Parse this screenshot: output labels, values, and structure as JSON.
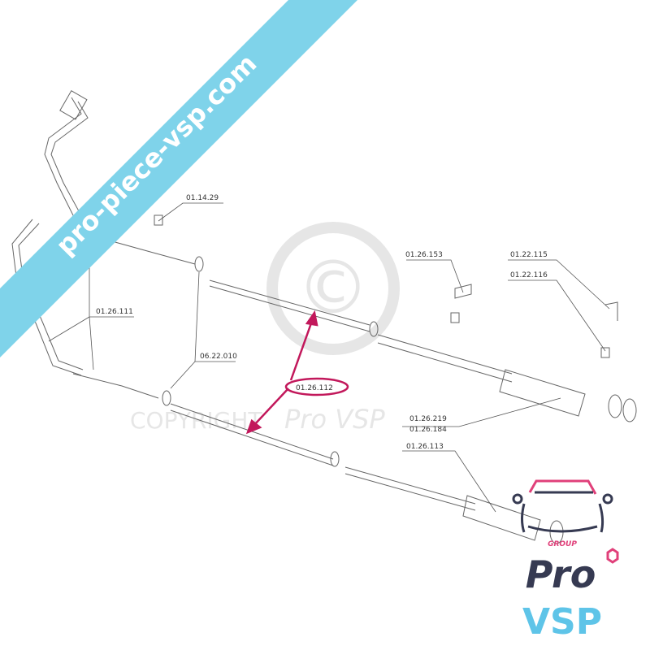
{
  "watermark": {
    "banner_text": "pro-piece-vsp.com",
    "banner_color": "#7fd3ea",
    "copyright_text": "COPYRIGHT",
    "copyright_brand": "Pro VSP",
    "copyright_symbol": "©"
  },
  "diagram": {
    "labels": {
      "l_01_14_29": "01.14.29",
      "l_01_26_111": "01.26.111",
      "l_06_22_010": "06.22.010",
      "l_01_26_112": "01.26.112",
      "l_01_26_153": "01.26.153",
      "l_01_22_115": "01.22.115",
      "l_01_22_116": "01.22.116",
      "l_01_26_219": "01.26.219",
      "l_01_26_184": "01.26.184",
      "l_01_26_113": "01.26.113"
    },
    "highlight_color": "#c2185b"
  },
  "logo": {
    "group": "GROUP",
    "pro": "Pro",
    "vsp": "VSP",
    "colors": {
      "pink": "#e0407a",
      "dark": "#363a52",
      "blue": "#5ec4e8"
    }
  }
}
